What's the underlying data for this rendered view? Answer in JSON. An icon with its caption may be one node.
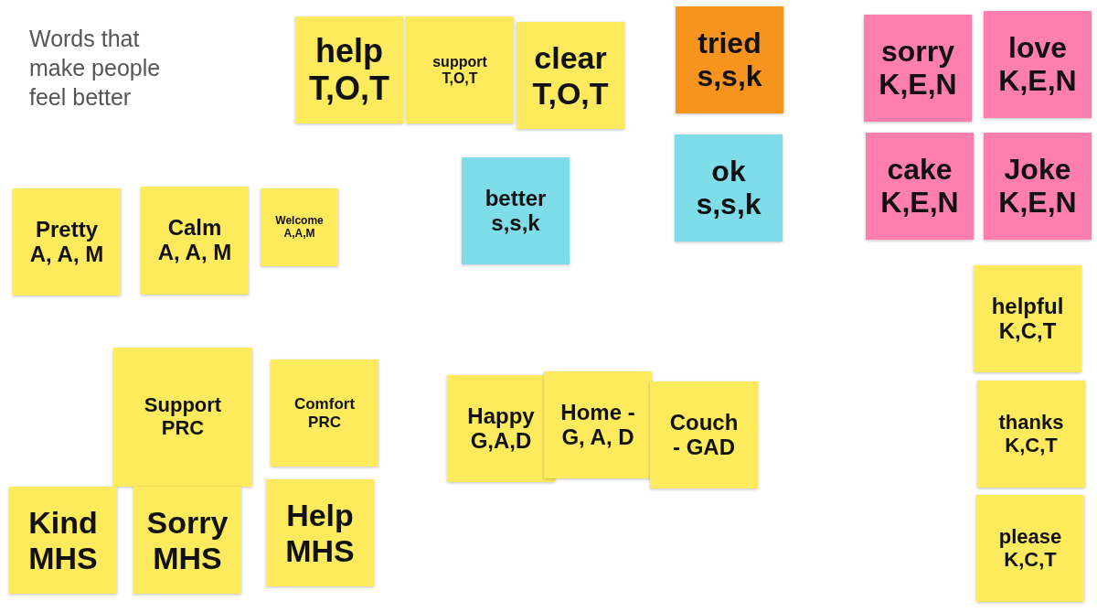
{
  "diagram": {
    "title": "Words that make people feel better",
    "nodes": [
      {
        "text": [
          "help",
          "T,O,T"
        ]
      },
      {
        "text": [
          "support",
          "T,O,T"
        ]
      },
      {
        "text": [
          "clear",
          "T,O,T"
        ]
      },
      {
        "text": [
          "tried",
          "s,s,k"
        ]
      },
      {
        "text": [
          "sorry",
          "K,E,N"
        ]
      },
      {
        "text": [
          "love",
          "K,E,N"
        ]
      },
      {
        "text": [
          "better",
          "s,s,k"
        ]
      },
      {
        "text": [
          "ok",
          "s,s,k"
        ]
      },
      {
        "text": [
          "cake",
          "K,E,N"
        ]
      },
      {
        "text": [
          "Joke",
          "K,E,N"
        ]
      },
      {
        "text": [
          "Pretty",
          "A, A, M"
        ]
      },
      {
        "text": [
          "Calm",
          "A, A, M"
        ]
      },
      {
        "text": [
          "Welcome",
          "A,A,M"
        ]
      },
      {
        "text": [
          "helpful",
          "K,C,T"
        ]
      },
      {
        "text": [
          "Support",
          "PRC"
        ]
      },
      {
        "text": [
          "Comfort",
          "PRC"
        ]
      },
      {
        "text": [
          "Happy",
          "G,A,D"
        ]
      },
      {
        "text": [
          "Home -",
          "G, A, D"
        ]
      },
      {
        "text": [
          "Couch",
          "- GAD"
        ]
      },
      {
        "text": [
          "thanks",
          "K,C,T"
        ]
      },
      {
        "text": [
          "Kind",
          "MHS"
        ]
      },
      {
        "text": [
          "Sorry",
          "MHS"
        ]
      },
      {
        "text": [
          "Help",
          "MHS"
        ]
      },
      {
        "text": [
          "please",
          "K,C,T"
        ]
      }
    ]
  }
}
